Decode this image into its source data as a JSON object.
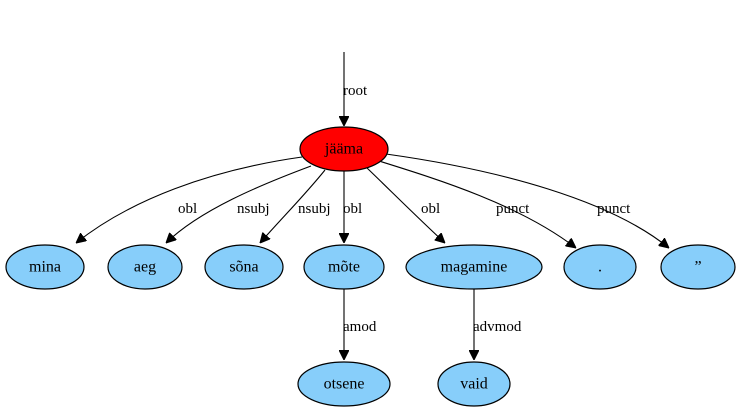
{
  "colors": {
    "root_fill": "#ff0000",
    "node_fill": "#87cefa",
    "stroke": "#000000"
  },
  "nodes": {
    "jaama": "jääma",
    "mina": "mina",
    "aeg": "aeg",
    "sona": "sõna",
    "mote": "mõte",
    "magamine": "magamine",
    "period": ".",
    "quote": "”",
    "otsene": "otsene",
    "vaid": "vaid"
  },
  "edges": {
    "root": "root",
    "mina": "obl",
    "aeg": "nsubj",
    "sona": "nsubj",
    "mote": "obl",
    "magamine": "obl",
    "period": "punct",
    "quote": "punct",
    "otsene": "amod",
    "vaid": "advmod"
  }
}
